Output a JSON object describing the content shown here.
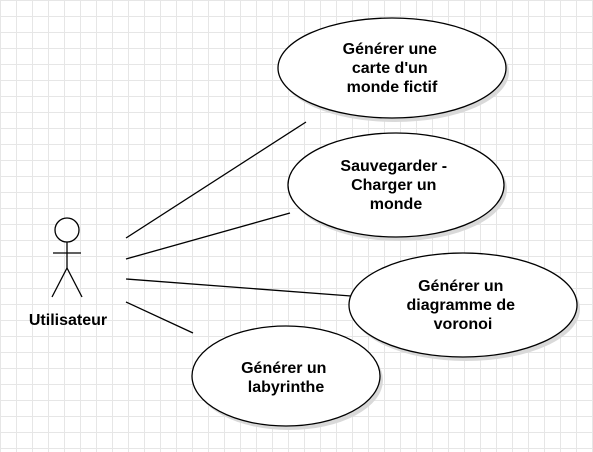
{
  "actor": {
    "name": "Utilisateur"
  },
  "use_cases": [
    {
      "lines": [
        "Générer une",
        "carte d'un",
        "monde fictif"
      ]
    },
    {
      "lines": [
        "Sauvegarder -",
        "Charger un",
        "monde"
      ]
    },
    {
      "lines": [
        "Générer un",
        "diagramme de",
        "voronoi"
      ]
    },
    {
      "lines": [
        "Générer un",
        "labyrinthe"
      ]
    }
  ],
  "colors": {
    "stroke": "#000000",
    "fill": "#ffffff",
    "shadow": "#d9d9d9",
    "grid": "#e6e6e6"
  }
}
